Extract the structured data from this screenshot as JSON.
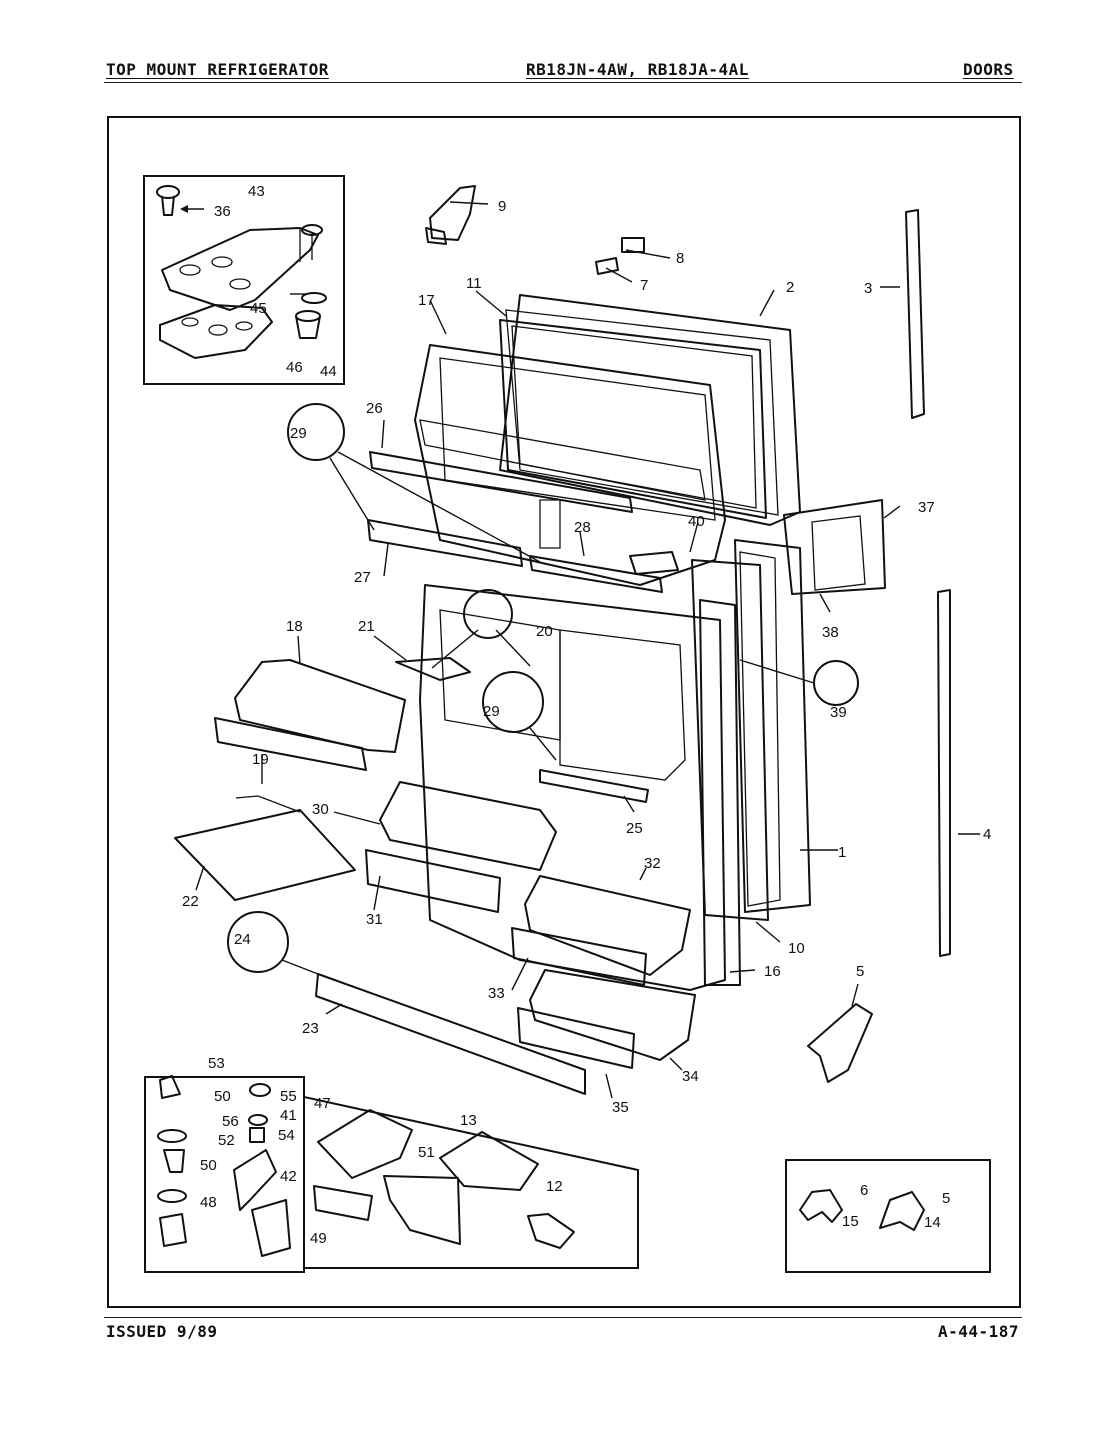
{
  "header": {
    "left": "TOP MOUNT REFRIGERATOR",
    "center": "RB18JN-4AW, RB18JA-4AL",
    "right": "DOORS"
  },
  "footer": {
    "left": "ISSUED 9/89",
    "right": "A-44-187"
  },
  "callouts": [
    "1",
    "2",
    "3",
    "4",
    "5",
    "5",
    "6",
    "7",
    "8",
    "9",
    "10",
    "11",
    "12",
    "13",
    "14",
    "15",
    "16",
    "17",
    "18",
    "19",
    "20",
    "21",
    "22",
    "23",
    "24",
    "25",
    "26",
    "27",
    "28",
    "29",
    "29",
    "30",
    "31",
    "32",
    "33",
    "34",
    "35",
    "36",
    "37",
    "38",
    "39",
    "40",
    "41",
    "42",
    "43",
    "44",
    "45",
    "46",
    "47",
    "48",
    "49",
    "50",
    "50",
    "51",
    "52",
    "53",
    "54",
    "55",
    "56"
  ]
}
